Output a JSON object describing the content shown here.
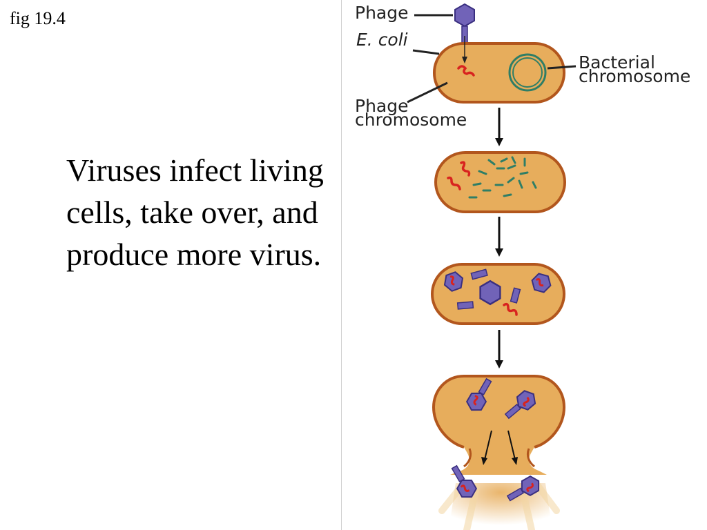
{
  "figure_label": "fig 19.4",
  "main_text": "Viruses infect living cells, take over, and produce more virus.",
  "diagram": {
    "labels": {
      "phage": "Phage",
      "e_coli": "E. coli",
      "bacterial_chromosome_1": "Bacterial",
      "bacterial_chromosome_2": "chromosome",
      "phage_chromosome_1": "Phage",
      "phage_chromosome_2": "chromosome"
    },
    "colors": {
      "cell_fill": "#E7AD5C",
      "cell_outline": "#B2561D",
      "phage_purple": "#7163B8",
      "phage_outline": "#3A2F80",
      "phage_dna": "#D8231F",
      "bacterial_dna": "#2F7E66"
    }
  }
}
